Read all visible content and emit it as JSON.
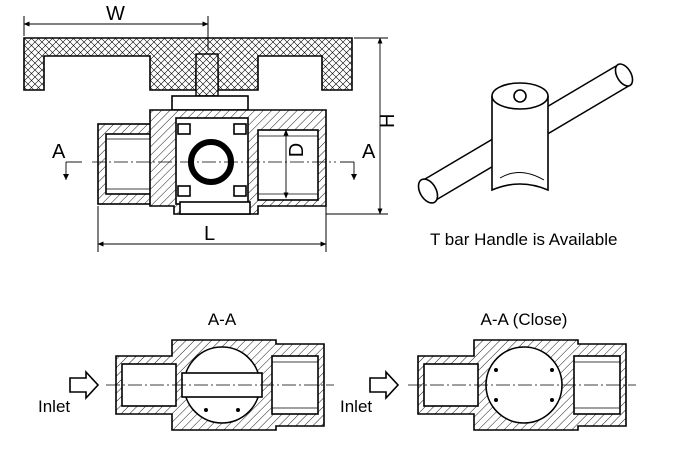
{
  "labels": {
    "width": "W",
    "height": "H",
    "length": "L",
    "diameter": "D",
    "section_left": "A",
    "section_right": "A"
  },
  "caption": "T bar Handle is Available",
  "views": {
    "open": {
      "title": "A-A",
      "inlet": "Inlet"
    },
    "close": {
      "title": "A-A (Close)",
      "inlet": "Inlet"
    }
  }
}
